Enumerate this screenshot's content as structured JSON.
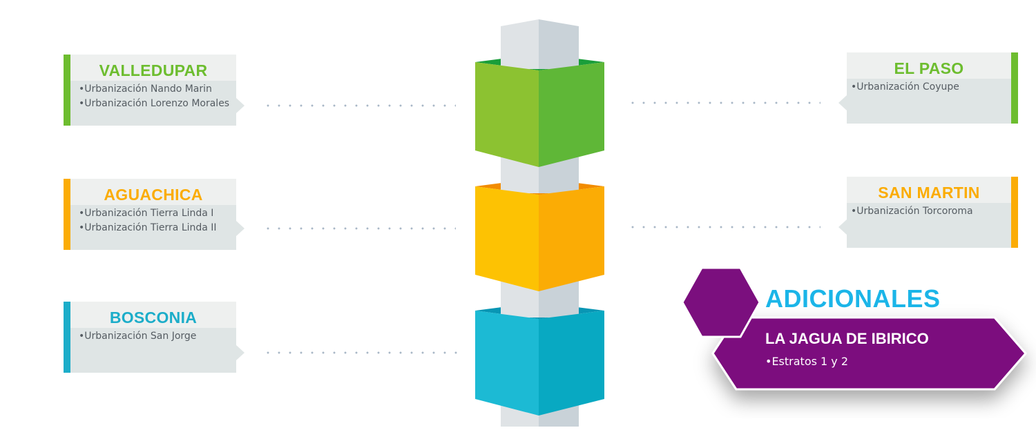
{
  "colors": {
    "green": "#6dbd2f",
    "orange": "#fbac05",
    "teal": "#1cadc9",
    "purple": "#7b0f7e",
    "cyan_title": "#1bb5e8",
    "card_bg": "#dfe5e5",
    "card_head": "#eef0ef"
  },
  "cities": {
    "valledupar": {
      "name": "VALLEDUPAR",
      "items": [
        "Urbanización Nando Marin",
        "Urbanización Lorenzo Morales"
      ]
    },
    "aguachica": {
      "name": "AGUACHICA",
      "items": [
        "Urbanización Tierra Linda I",
        "Urbanización Tierra Linda  II"
      ]
    },
    "bosconia": {
      "name": "BOSCONIA",
      "items": [
        "Urbanización San Jorge"
      ]
    },
    "el_paso": {
      "name": "EL PASO",
      "items": [
        "Urbanización Coyupe"
      ]
    },
    "san_martin": {
      "name": "SAN MARTIN",
      "items": [
        "Urbanización Torcoroma"
      ]
    }
  },
  "adicionales": {
    "title": "ADICIONALES",
    "city": "LA JAGUA DE IBIRICO",
    "items": [
      "Estratos 1 y 2"
    ]
  }
}
